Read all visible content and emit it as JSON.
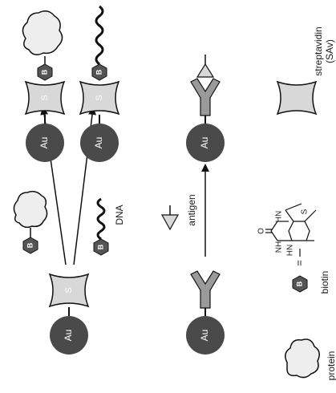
{
  "labels": {
    "au": "Au",
    "s": "S",
    "b": "B",
    "dna": "DNA",
    "antigen": "antigen",
    "streptavidin_line1": "streptavidin",
    "streptavidin_line2": "(SAv)",
    "biotin": "biotin",
    "equals": "=",
    "protein": "protein",
    "chem_o": "O",
    "chem_hn_top": "HN",
    "chem_nh": "NH",
    "chem_hn_bottom": "HN",
    "chem_s": "S"
  },
  "colors": {
    "gold_particle": "#4a4a4a",
    "streptavidin": "#d8d8d8",
    "biotin": "#555555",
    "antibody": "#9a9a9a",
    "antigen": "#d8d8d8",
    "protein": "#eeeeee",
    "line": "#111111"
  }
}
